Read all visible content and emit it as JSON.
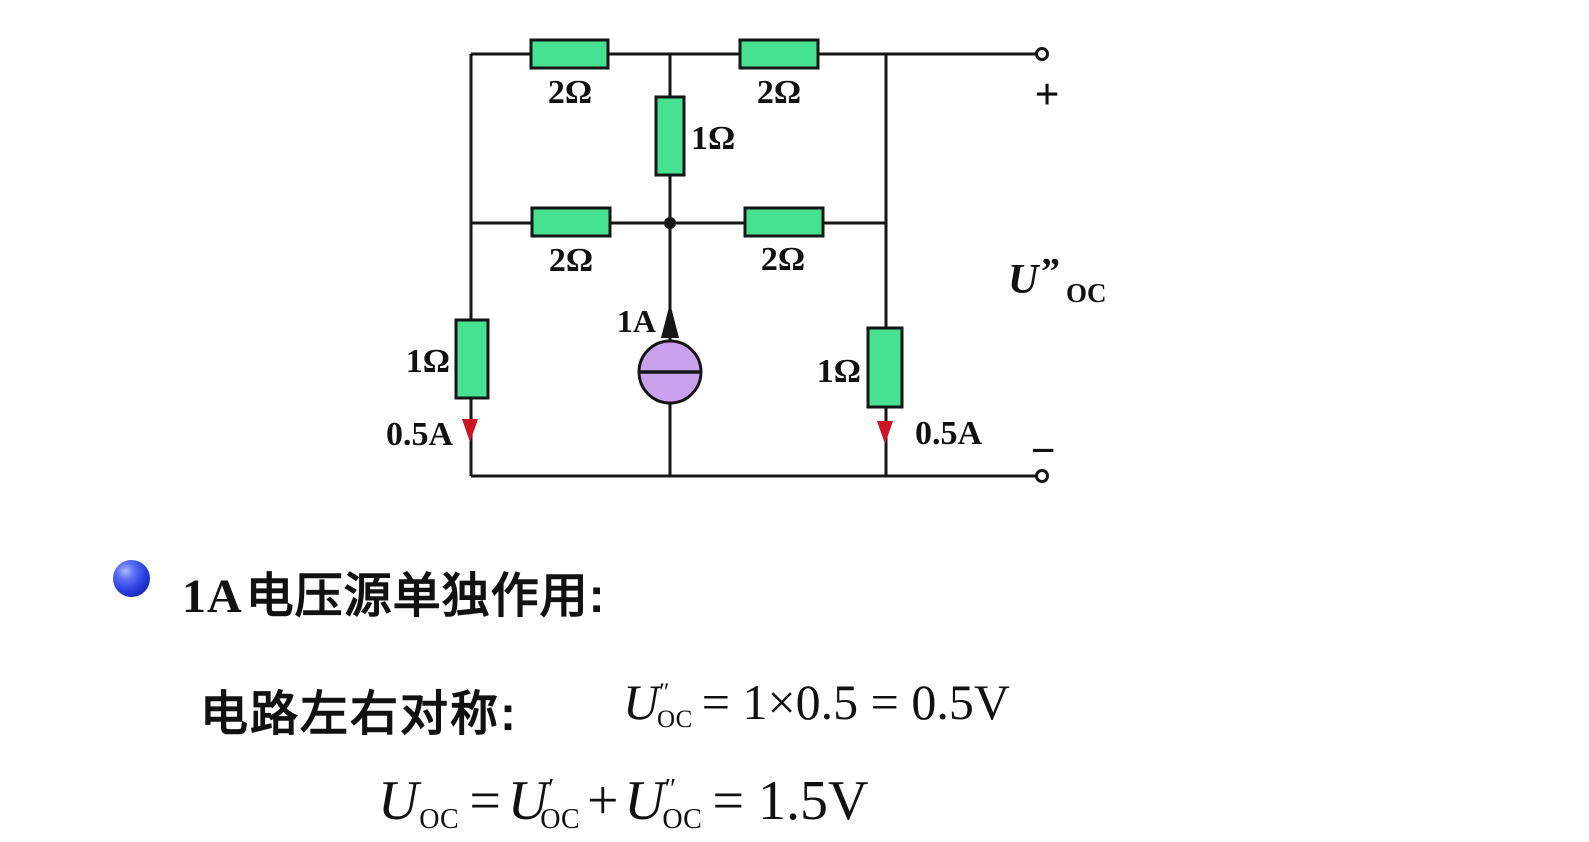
{
  "colors": {
    "background": "#ffffff",
    "wire": "#161616",
    "resistor_fill": "#47e192",
    "source_fill": "#c9a1ec",
    "arrow_red": "#cd1422",
    "terminal_fill": "#ffffff",
    "bullet_blue": "#2b3fe0",
    "text_black": "#111111"
  },
  "circuit": {
    "resistor_labels": {
      "r_top_left": "2Ω",
      "r_top_right": "2Ω",
      "r_mid_vert": "1Ω",
      "r_mid_left": "2Ω",
      "r_mid_right": "2Ω",
      "r_left": "1Ω",
      "r_right": "1Ω"
    },
    "source_label": "1A",
    "current_left": "0.5A",
    "current_right": "0.5A",
    "terminal_plus": "+",
    "terminal_minus": "−",
    "voc": {
      "base": "U",
      "prime": "”",
      "sub": "OC"
    }
  },
  "notes": {
    "line1_prefix": "1A",
    "line1_zh": "电压源单独作用:",
    "line2_zh": "电路左右对称:",
    "formula1": {
      "base": "U",
      "sup": "″",
      "sub": "OC",
      "rhs": "= 1×0.5 = 0.5V"
    },
    "formula2": {
      "t1_base": "U",
      "t1_sub": "OC",
      "eq": "=",
      "t2_base": "U",
      "t2_sup": "′",
      "t2_sub": "OC",
      "plus": "+",
      "t3_base": "U",
      "t3_sup": "″",
      "t3_sub": "OC",
      "rhs": "= 1.5V"
    }
  }
}
